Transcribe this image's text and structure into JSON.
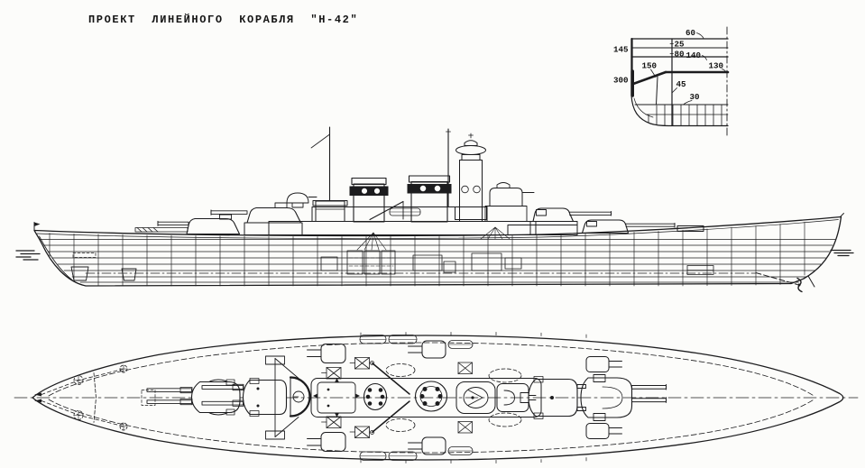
{
  "title": "ПРОЕКТ  ЛИНЕЙНОГО  КОРАБЛЯ  \"Н-42\"",
  "colors": {
    "ink": "#1c1c1e",
    "paper": "#fcfcfa"
  },
  "armor_scheme": {
    "description_values_mm": {
      "weather_deck": "60",
      "second_deck": "25",
      "third_deck": "80",
      "third_deck_outboard": "140",
      "upper_belt": "145",
      "armor_deck_slope": "150",
      "armor_deck_flat": "130",
      "main_belt": "300",
      "torpedo_bulkhead": "45",
      "inner_bottom": "30"
    }
  }
}
